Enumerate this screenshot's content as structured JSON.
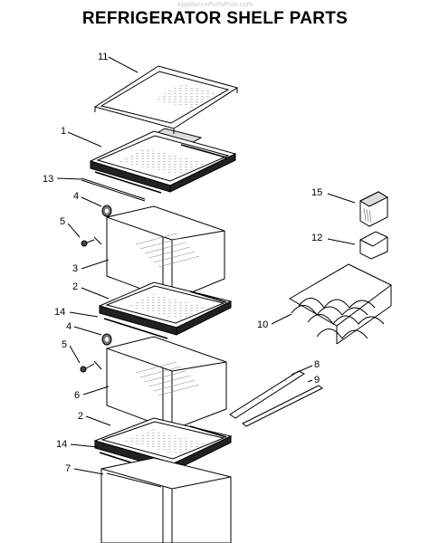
{
  "watermark": "AppliancePartsPros.com",
  "title": "REFRIGERATOR SHELF PARTS",
  "callouts": {
    "c11": "11",
    "c1": "1",
    "c13": "13",
    "c4a": "4",
    "c5a": "5",
    "c3": "3",
    "c2a": "2",
    "c14a": "14",
    "c4b": "4",
    "c5b": "5",
    "c6": "6",
    "c2b": "2",
    "c14b": "14",
    "c7": "7",
    "c15": "15",
    "c12": "12",
    "c10": "10",
    "c8": "8",
    "c9": "9"
  }
}
